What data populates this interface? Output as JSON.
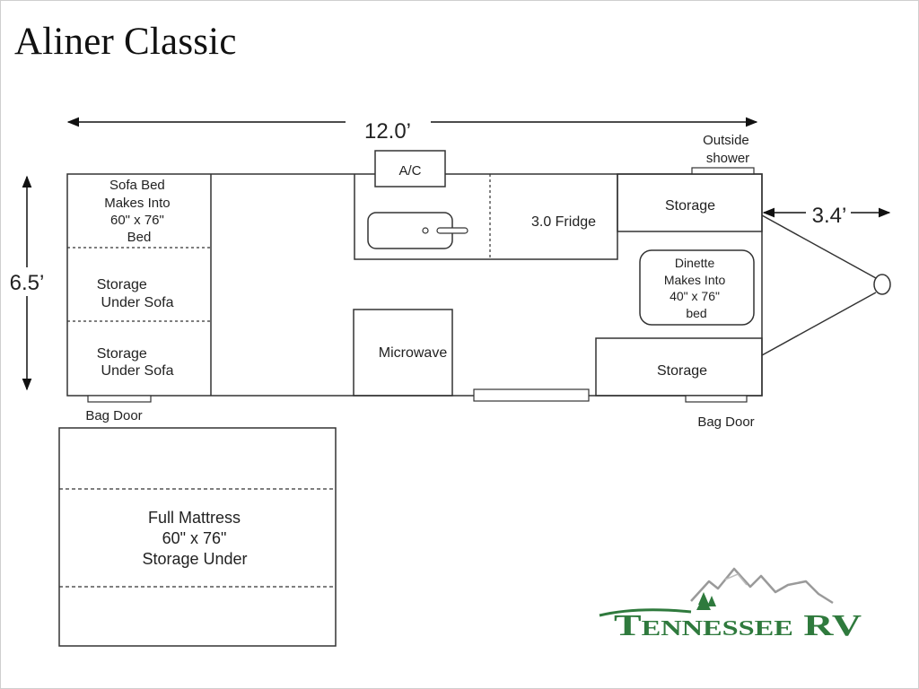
{
  "title": "Aliner Classic",
  "dimensions": {
    "length": "12.0’",
    "width": "6.5’",
    "tongue": "3.4’"
  },
  "labels": {
    "outside_shower": [
      "Outside",
      "shower"
    ],
    "ac": "A/C",
    "fridge": "3.0 Fridge",
    "storage_top_right": "Storage",
    "storage_bottom_right": "Storage",
    "dinette": [
      "Dinette",
      "Makes Into",
      "40\" x 76\"",
      "bed"
    ],
    "microwave": "Microwave",
    "sofa_bed": [
      "Sofa Bed",
      "Makes Into",
      "60\" x 76\"",
      "Bed"
    ],
    "storage_under_sofa_1": [
      "Storage",
      "Under Sofa"
    ],
    "storage_under_sofa_2": [
      "Storage",
      "Under Sofa"
    ],
    "bag_door_left": "Bag Door",
    "bag_door_right": "Bag Door",
    "mattress": [
      "Full Mattress",
      "60\" x 76\"",
      "Storage Under"
    ]
  },
  "logo": {
    "text": "Tennessee RV",
    "color": "#2f7a3d",
    "mountain_color": "#9a9a9a"
  }
}
